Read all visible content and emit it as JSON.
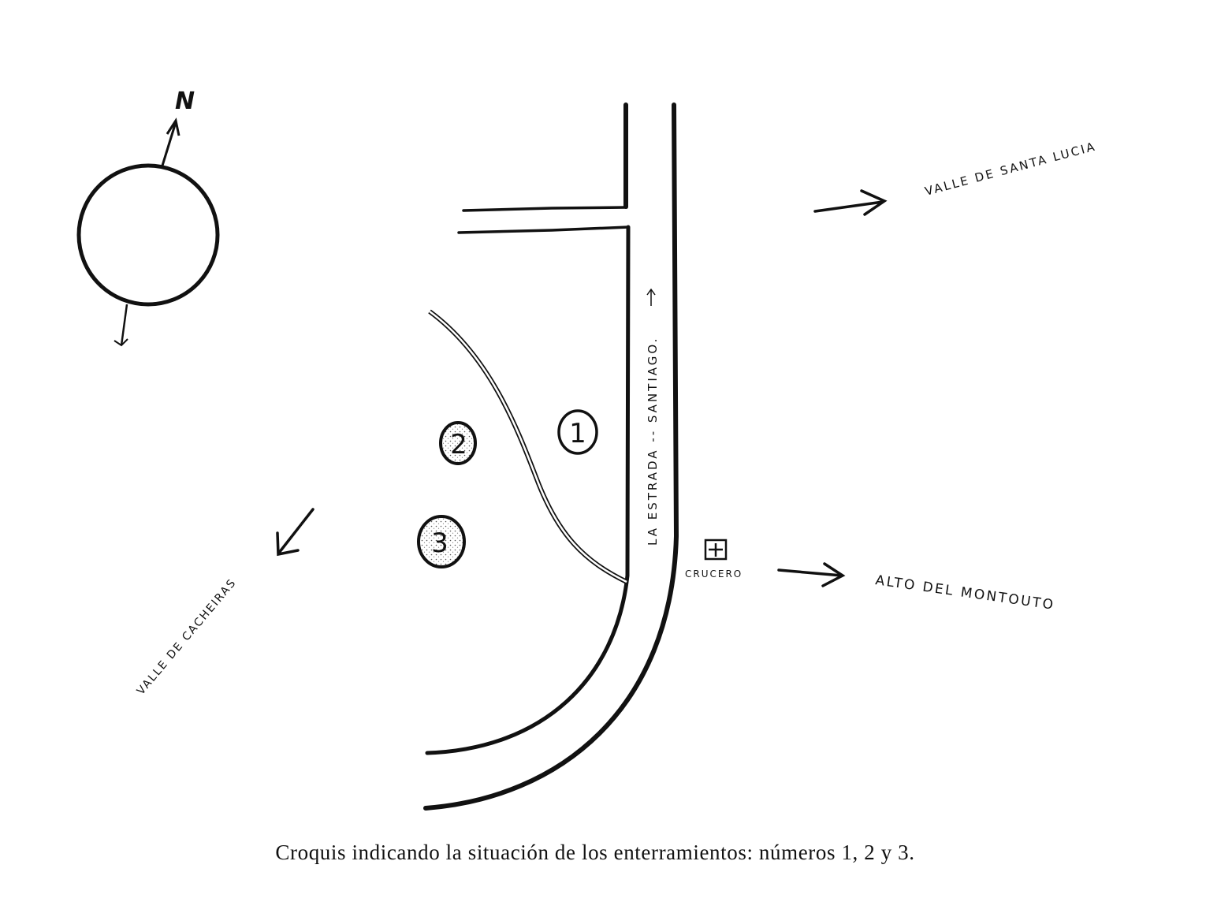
{
  "compass": {
    "north_label": "N"
  },
  "labels": {
    "road": "LA ESTRADA -- SANTIAGO.",
    "valle_santa_lucia": "VALLE DE SANTA LUCIA",
    "alto_montouto": "ALTO DEL MONTOUTO",
    "valle_cacheiras": "VALLE DE CACHEIRAS",
    "crucero": "CRUCERO"
  },
  "burials": [
    {
      "number": "1"
    },
    {
      "number": "2"
    },
    {
      "number": "3"
    }
  ],
  "caption": "Croquis indicando la situación de los enterramientos: números 1, 2 y 3.",
  "colors": {
    "ink": "#111111",
    "paper": "#ffffff"
  }
}
